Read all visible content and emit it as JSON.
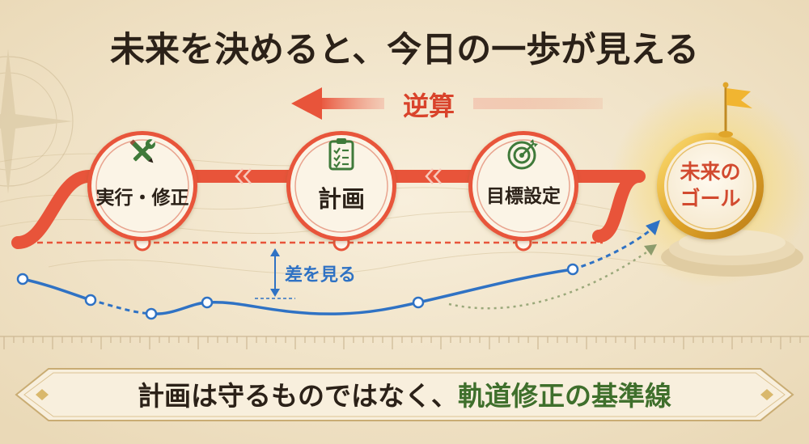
{
  "title": "未来を決めると、今日の一歩が見える",
  "reverse_label": "逆算",
  "steps": [
    {
      "label": "実行・修正",
      "icon": "pencil-wrench-icon"
    },
    {
      "label": "計画",
      "icon": "checklist-icon"
    },
    {
      "label": "目標設定",
      "icon": "target-icon"
    }
  ],
  "goal": {
    "line1": "未来の",
    "line2": "ゴール",
    "icon": "flag-icon"
  },
  "gap_label": "差を見る",
  "bottom_banner": {
    "part1": "計画は守るものではなく、",
    "part2": "軌道修正の基準線"
  },
  "colors": {
    "background": "#f3e8d2",
    "plan_line": "#e8543a",
    "actual_line": "#2f72c4",
    "goal_gold": "#f5c33b",
    "step_icon_green": "#3f7a3a",
    "title_text": "#2b2118",
    "banner_accent": "#3f6f2c"
  }
}
